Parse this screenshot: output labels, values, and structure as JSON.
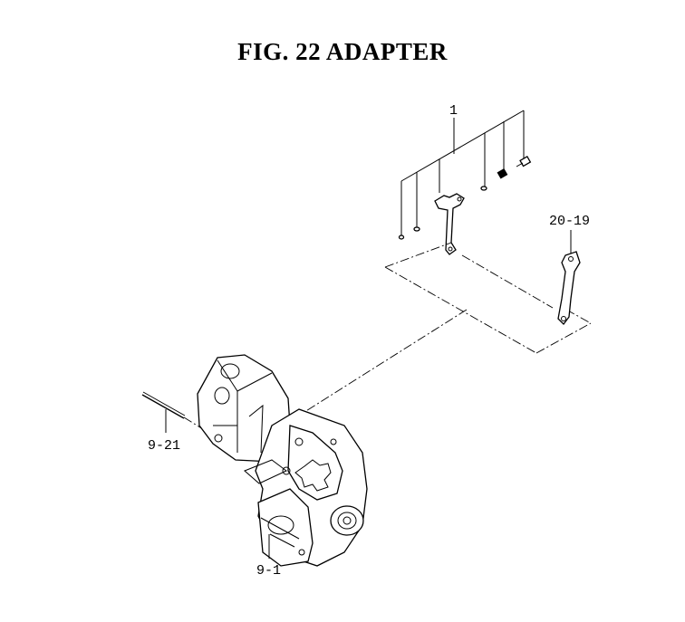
{
  "figure": {
    "title": "FIG. 22  ADAPTER"
  },
  "callouts": [
    {
      "id": "1",
      "label": "1"
    },
    {
      "id": "20-19",
      "label": "20-19"
    },
    {
      "id": "9-21",
      "label": "9-21"
    },
    {
      "id": "9-1",
      "label": "9-1"
    }
  ]
}
